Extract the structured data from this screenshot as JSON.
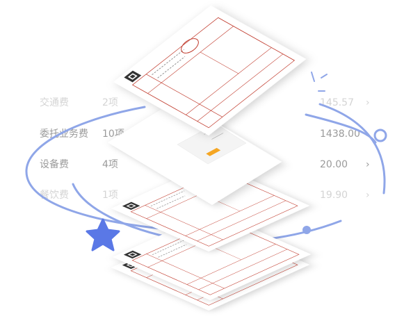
{
  "rows": [
    {
      "label": "交通费",
      "count": "2项",
      "amount": "145.57",
      "chevron": "›"
    },
    {
      "label": "委托业务费",
      "count": "10项",
      "amount": "1438.00",
      "chevron": "›"
    },
    {
      "label": "设备费",
      "count": "4项",
      "amount": "20.00",
      "chevron": "›"
    },
    {
      "label": "餐饮费",
      "count": "1项",
      "amount": "19.90",
      "chevron": "›"
    }
  ],
  "colors": {
    "accent": "#8fa6e8",
    "star": "#5a78e6",
    "invoice_line": "#c0392b",
    "highlight": "#f5a623"
  }
}
